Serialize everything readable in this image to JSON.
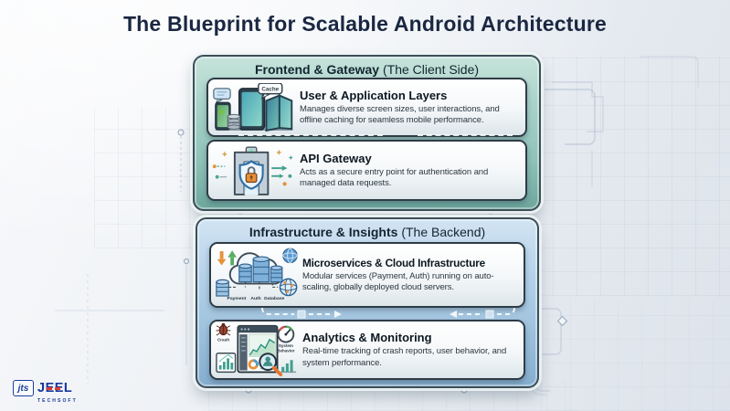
{
  "title": "The Blueprint for Scalable Android Architecture",
  "panels": [
    {
      "header": {
        "bold": "Frontend & Gateway",
        "note": "(The Client Side)"
      },
      "cards": [
        {
          "title": "User & Application Layers",
          "desc": "Manages diverse screen sizes, user interactions, and offline caching for seamless mobile performance.",
          "icon": "mobile-devices-icon",
          "labels": {
            "cache": "Cache"
          }
        },
        {
          "title": "API Gateway",
          "desc": "Acts as a secure entry point for authentication and managed data requests.",
          "icon": "secure-gateway-icon"
        }
      ]
    },
    {
      "header": {
        "bold": "Infrastructure & Insights",
        "note": "(The Backend)"
      },
      "cards": [
        {
          "title": "Microservices & Cloud Infrastructure",
          "desc": "Modular services (Payment, Auth) running on auto-scaling, globally deployed cloud servers.",
          "icon": "cloud-microservices-icon",
          "labels": {
            "payment": "Payment",
            "auth": "Auth",
            "database": "Database"
          }
        },
        {
          "title": "Analytics & Monitoring",
          "desc": "Real-time tracking of crash reports, user behavior, and system performance.",
          "icon": "analytics-dashboard-icon",
          "labels": {
            "crash": "Crash",
            "system": "System",
            "behavior": "Behavior"
          }
        }
      ]
    }
  ],
  "logo": {
    "mark": "jts",
    "name": "JEEL",
    "subtitle": "TECHSOFT"
  },
  "colors": {
    "title_text": "#1a2742",
    "panel_frontend": "#9ccfc5",
    "panel_backend": "#aecfe9",
    "card_border": "#2e3c46",
    "accent_orange": "#e8913a",
    "accent_green": "#58ae62",
    "accent_teal": "#3f8f86",
    "accent_blue": "#3f7fb5",
    "logo_blue": "#16379b",
    "logo_red": "#e23b2e"
  }
}
